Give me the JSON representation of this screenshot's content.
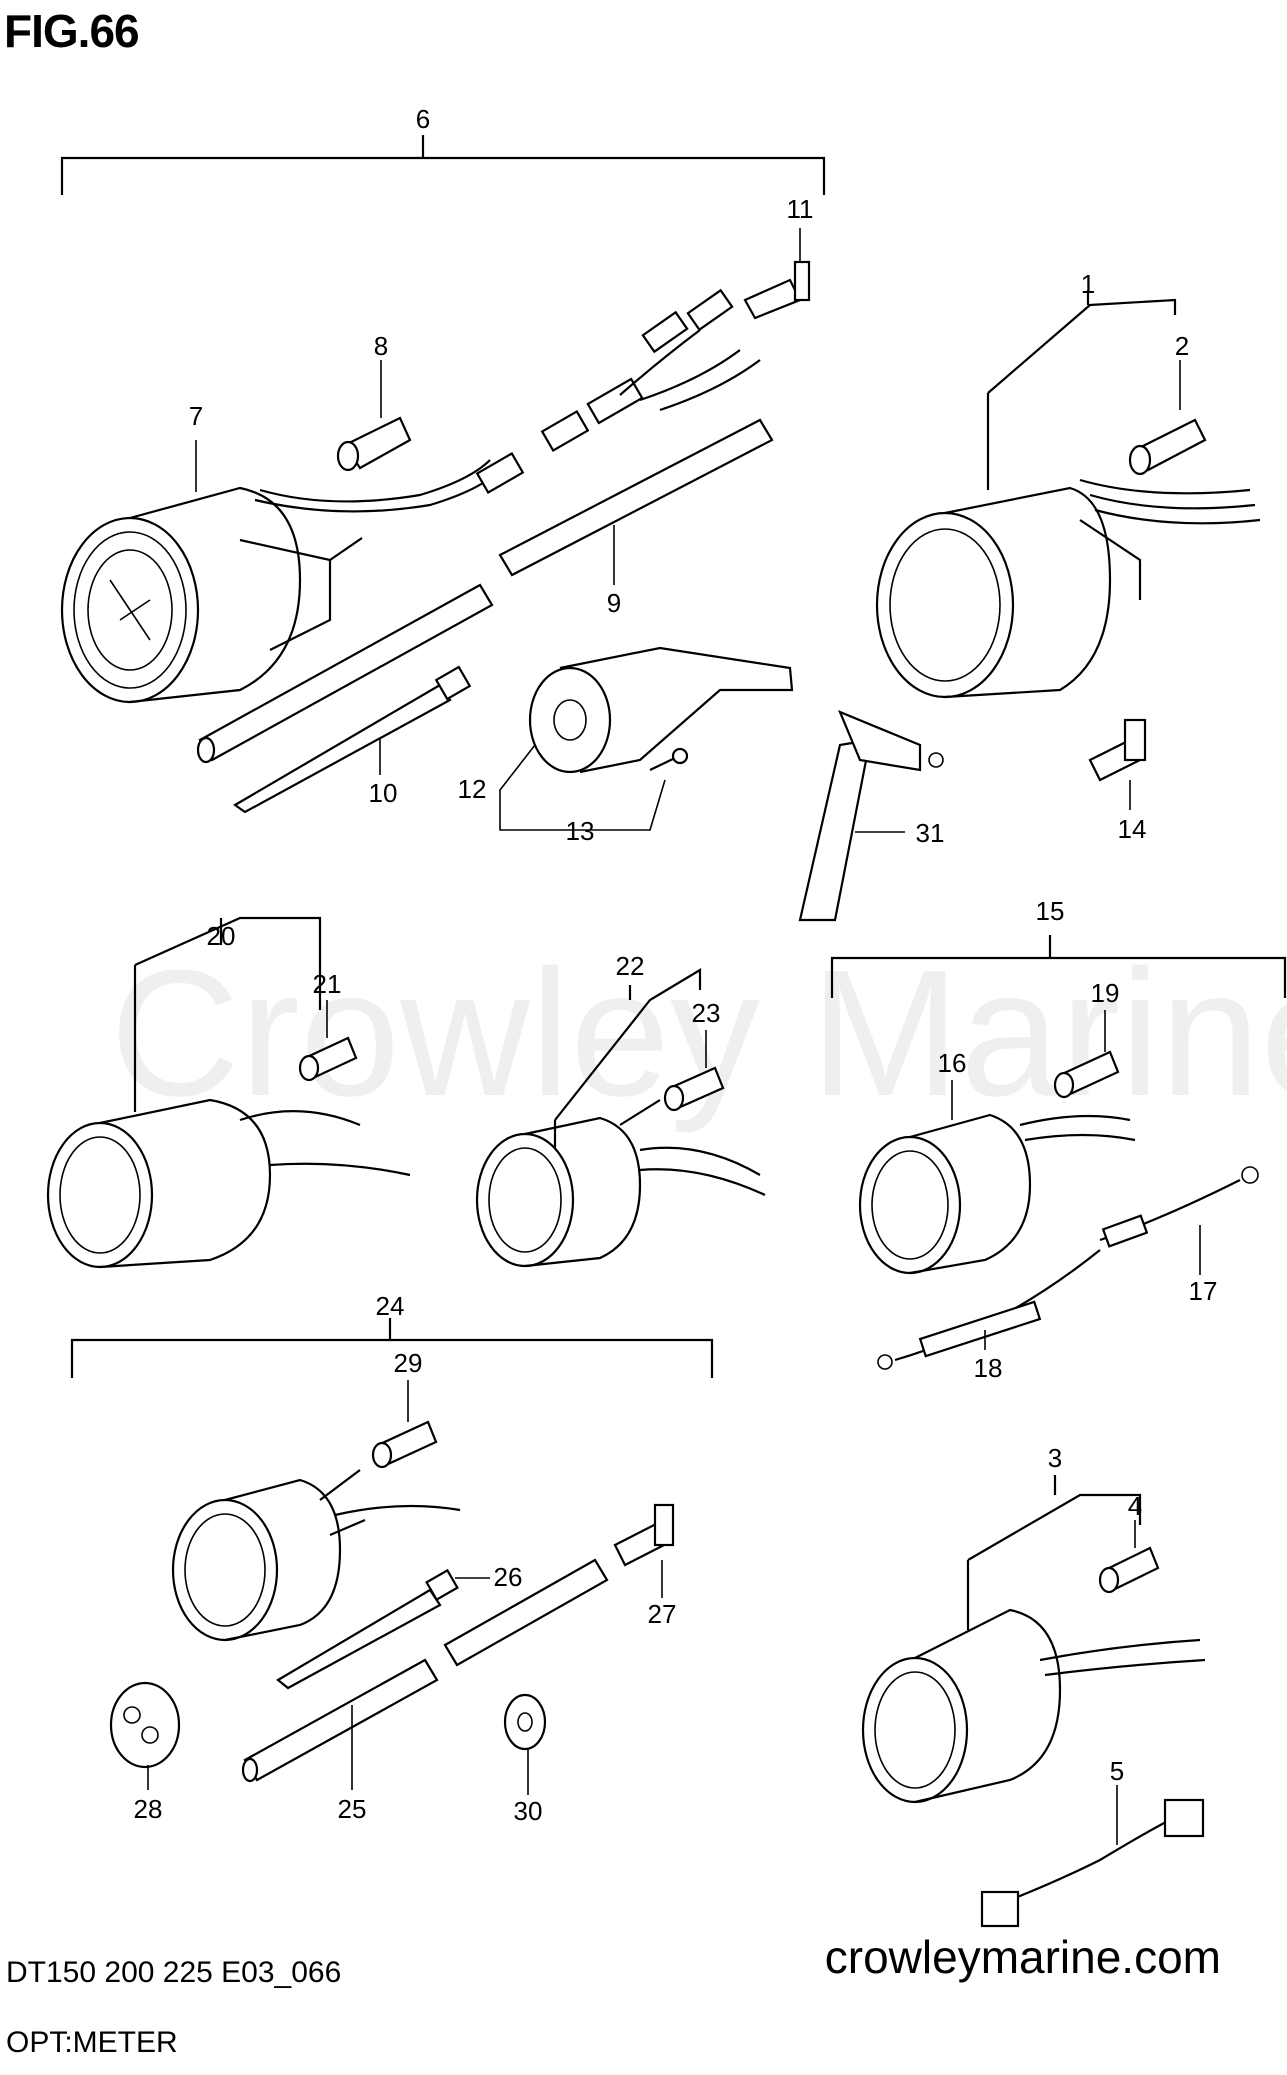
{
  "figure": {
    "title": "FIG.66",
    "model_code": "DT150 200 225 E03_066",
    "section_name": "OPT:METER",
    "website": "crowleymarine.com",
    "watermark": "Crowley Marine"
  },
  "callouts": [
    "1",
    "2",
    "3",
    "4",
    "5",
    "6",
    "7",
    "8",
    "9",
    "10",
    "11",
    "12",
    "13",
    "14",
    "15",
    "16",
    "17",
    "18",
    "19",
    "20",
    "21",
    "22",
    "23",
    "24",
    "25",
    "26",
    "27",
    "28",
    "29",
    "30",
    "31"
  ]
}
